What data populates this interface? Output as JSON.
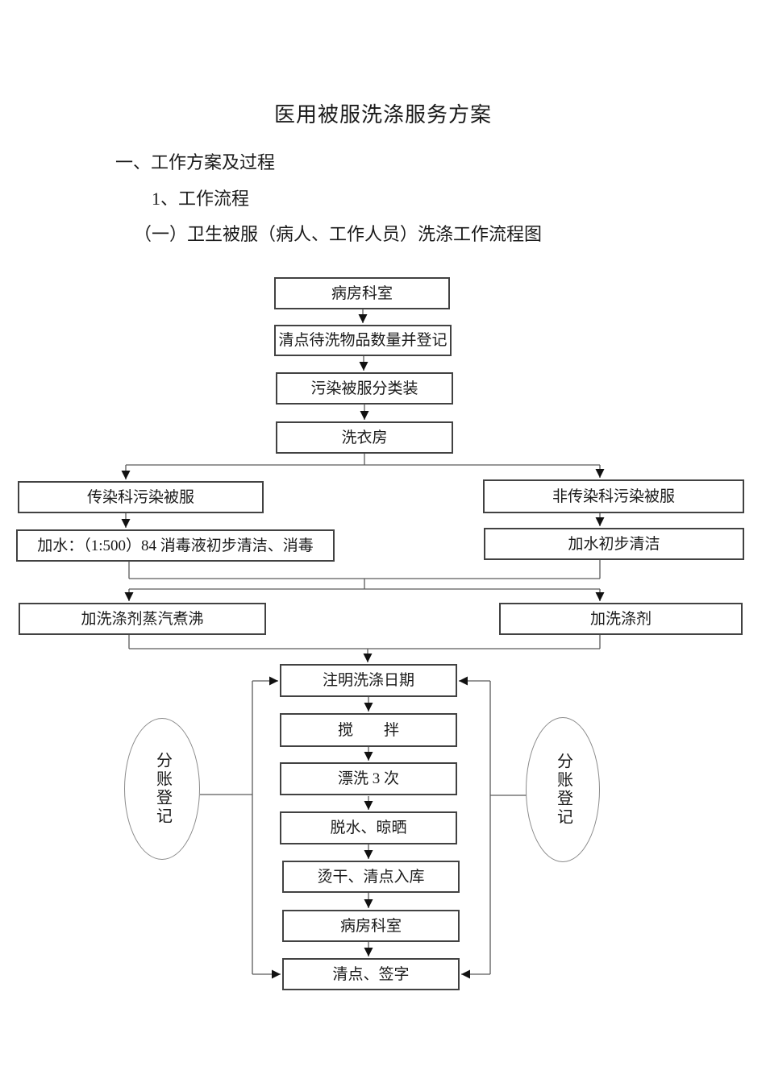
{
  "doc": {
    "title": "医用被服洗涤服务方案",
    "heading1": "一、工作方案及过程",
    "heading2": "1、工作流程",
    "heading3": "（一）卫生被服（病人、工作人员）洗涤工作流程图"
  },
  "flow": {
    "nodes": {
      "ward_dept_top": "病房科室",
      "count_register": "清点待洗物品数量并登记",
      "sort_pack": "污染被服分类装",
      "laundry_room": "洗衣房",
      "infectious_linen": "传染科污染被服",
      "non_infectious_linen": "非传染科污染被服",
      "add_water_disinfect": "加水：（1:500）84 消毒液初步清洁、消毒",
      "add_water_clean": "加水初步清洁",
      "detergent_boil": "加洗涤剂蒸汽煮沸",
      "add_detergent": "加洗涤剂",
      "mark_date": "注明洗涤日期",
      "stir": "搅　　拌",
      "rinse": "漂洗 3 次",
      "dehydrate_dry": "脱水、晾晒",
      "iron_count_store": "烫干、清点入库",
      "ward_dept_bottom": "病房科室",
      "count_sign": "清点、签字"
    },
    "ellipse_left": "分账登记",
    "ellipse_right": "分账登记"
  },
  "colors": {
    "ink": "#1a1a1a",
    "box_border": "#424242",
    "line": "#5a5a5a",
    "arrowhead": "#111111"
  }
}
